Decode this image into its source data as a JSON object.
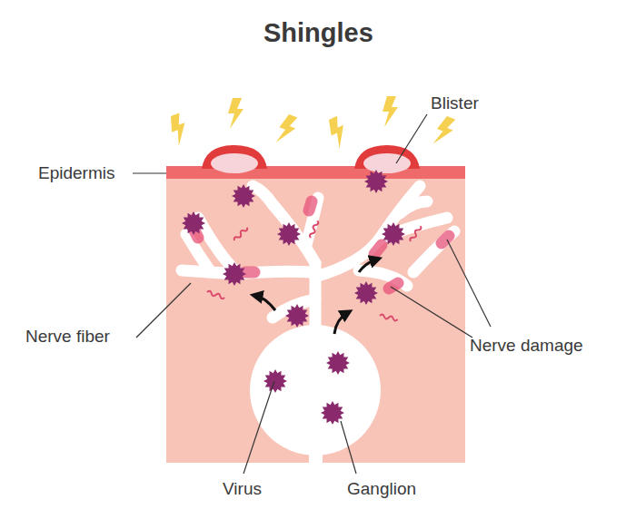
{
  "diagram": {
    "title": "Shingles",
    "labels": [
      "Epidermis",
      "Blister",
      "Nerve fiber",
      "Nerve damage",
      "Virus",
      "Ganglion"
    ]
  }
}
